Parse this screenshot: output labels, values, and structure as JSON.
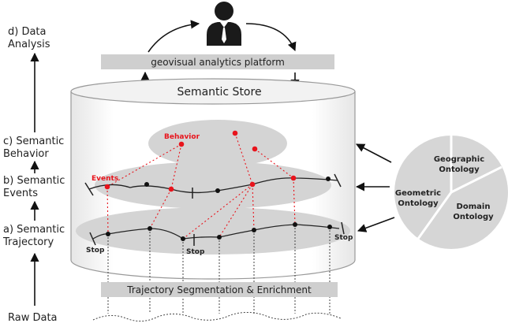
{
  "left_labels": {
    "data_analysis": [
      "d) Data",
      "Analysis"
    ],
    "semantic_behavior": [
      "c) Semantic",
      "Behavior"
    ],
    "semantic_events": [
      "b) Semantic",
      "Events"
    ],
    "semantic_trajectory": [
      "a) Semantic",
      "Trajectory"
    ],
    "raw_data": "Raw Data"
  },
  "top_bar": "geovisual analytics platform",
  "store_title": "Semantic Store",
  "bottom_bar": "Trajectory Segmentation & Enrichment",
  "red_labels": {
    "behavior": "Behavior",
    "events": "Events"
  },
  "stop_label": "Stop",
  "ontology": {
    "geographic": [
      "Geographic",
      "Ontology"
    ],
    "geometric": [
      "Geometric",
      "Ontology"
    ],
    "domain": [
      "Domain",
      "Ontology"
    ]
  },
  "colors": {
    "accent": "#e8141c",
    "disc": "#d4d4d4",
    "bar": "#cfcfcf",
    "ink": "#111111"
  },
  "icons": {
    "user": "businessman-icon"
  }
}
